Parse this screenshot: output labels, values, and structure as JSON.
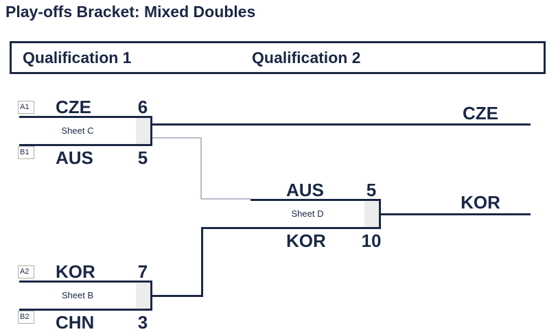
{
  "title": "Play-offs Bracket: Mixed Doubles",
  "header": {
    "col1": "Qualification 1",
    "col2": "Qualification 2"
  },
  "matches": [
    {
      "sheet": "Sheet C",
      "top_seed": "A1",
      "top_team": "CZE",
      "top_score": "6",
      "bottom_seed": "B1",
      "bottom_team": "AUS",
      "bottom_score": "5"
    },
    {
      "sheet": "Sheet B",
      "top_seed": "A2",
      "top_team": "KOR",
      "top_score": "7",
      "bottom_seed": "B2",
      "bottom_team": "CHN",
      "bottom_score": "3"
    },
    {
      "sheet": "Sheet D",
      "top_team": "AUS",
      "top_score": "5",
      "bottom_team": "KOR",
      "bottom_score": "10"
    }
  ],
  "winners": {
    "qualification1": "CZE",
    "qualification2": "KOR"
  },
  "colors": {
    "navy": "#1a2745",
    "loser_line_gray": "#b6bcc6",
    "score_column_fill": "#ececec",
    "seed_box_border": "#adadad"
  }
}
